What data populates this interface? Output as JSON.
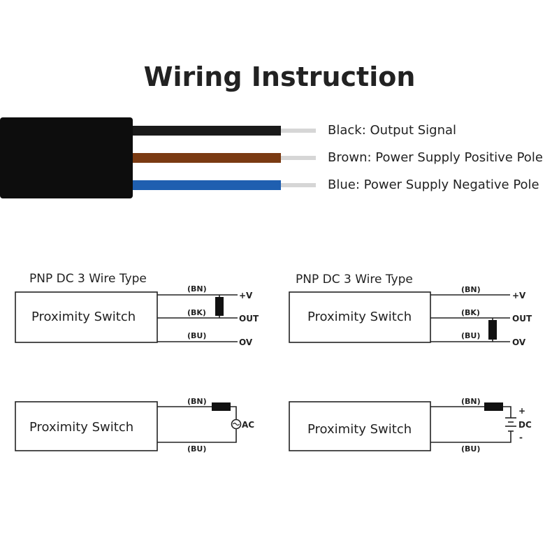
{
  "title": "Wiring Instruction",
  "wires": [
    {
      "label": "Black: Output Signal",
      "color": "#1a1a1a"
    },
    {
      "label": "Brown: Power Supply Positive Pole",
      "color": "#7a3a12"
    },
    {
      "label": "Blue: Power Supply Negative Pole",
      "color": "#1f5fb0"
    }
  ],
  "colors": {
    "cable": "#0d0d0d",
    "tip": "#d6d6d6",
    "line": "#222222"
  },
  "diagrams": [
    {
      "heading": "PNP DC 3 Wire Type",
      "box_label": "Proximity Switch",
      "wire_tags": [
        "(BN)",
        "(BK)",
        "(BU)"
      ],
      "terminals": [
        "+V",
        "OUT",
        "OV"
      ]
    },
    {
      "heading": "PNP DC 3 Wire Type",
      "box_label": "Proximity Switch",
      "wire_tags": [
        "(BN)",
        "(BK)",
        "(BU)"
      ],
      "terminals": [
        "+V",
        "OUT",
        "OV"
      ]
    },
    {
      "box_label": "Proximity Switch",
      "wire_tags": [
        "(BN)",
        "(BU)"
      ],
      "source_label": "AC"
    },
    {
      "box_label": "Proximity Switch",
      "wire_tags": [
        "(BN)",
        "(BU)"
      ],
      "source_label": "DC",
      "polarity": [
        "+",
        "-"
      ]
    }
  ]
}
